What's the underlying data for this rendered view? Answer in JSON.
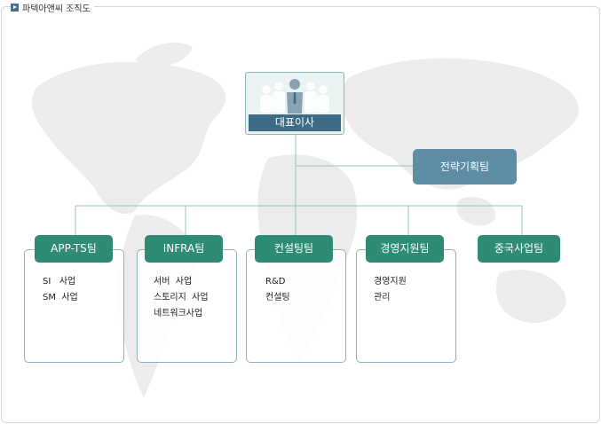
{
  "section_title": "파텍아앤씨 조직도",
  "ceo": {
    "label": "대표이사"
  },
  "strategy": {
    "label": "전략기획팀"
  },
  "teams": [
    {
      "name": "APP-TS팀",
      "items": [
        "SI   사업",
        "SM  사업"
      ]
    },
    {
      "name": "INFRA팀",
      "items": [
        "서버  사업",
        "스토리지  사업",
        "네트워크사업"
      ]
    },
    {
      "name": "컨설팅팀",
      "items": [
        "R&D",
        "컨설팅"
      ]
    },
    {
      "name": "경영지원팀",
      "items": [
        "경영지원",
        "관리"
      ]
    },
    {
      "name": "중국사업팀",
      "items": []
    }
  ],
  "colors": {
    "ceo_label_bg": "#3d6d86",
    "strategy_bg": "#5d8ea6",
    "team_head_bg": "#2e8c74",
    "connector": "#9ec0c4",
    "map": "#ececec"
  }
}
